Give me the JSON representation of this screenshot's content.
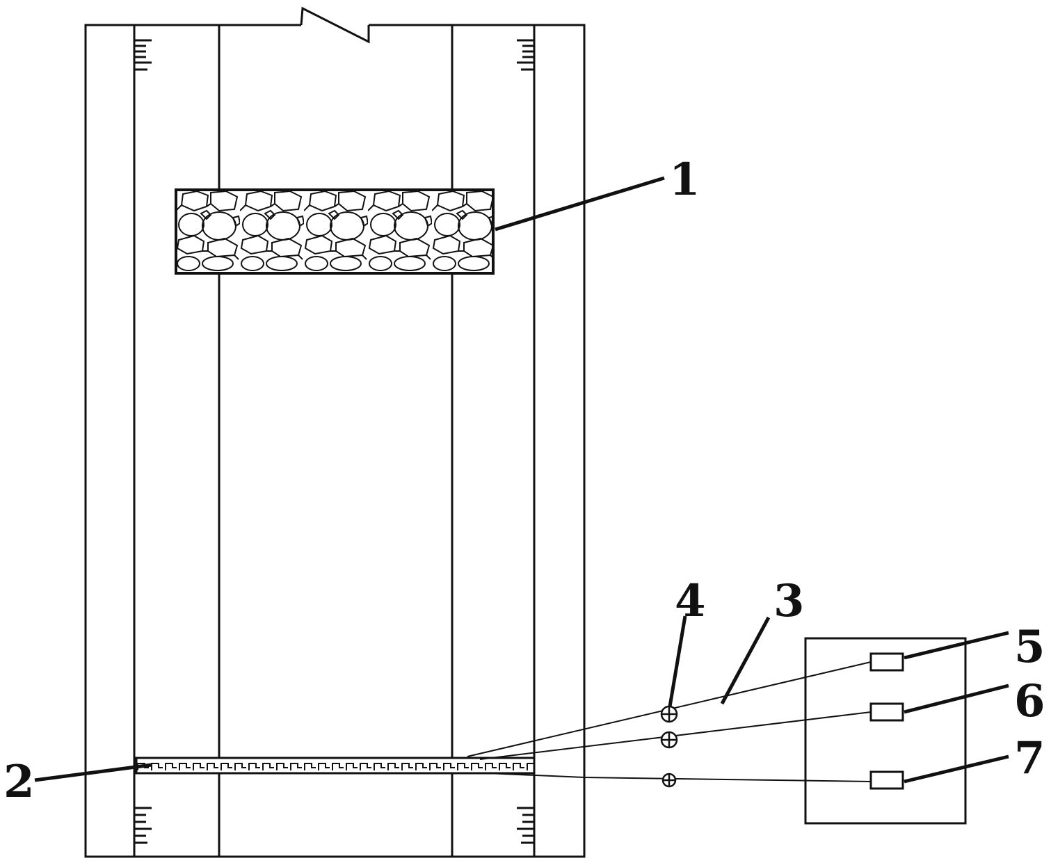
{
  "labels": {
    "l1": "1",
    "l2": "2",
    "l3": "3",
    "l4": "4",
    "l5": "5",
    "l6": "6",
    "l7": "7"
  },
  "colors": {
    "line": "#111111",
    "background": "#ffffff"
  }
}
